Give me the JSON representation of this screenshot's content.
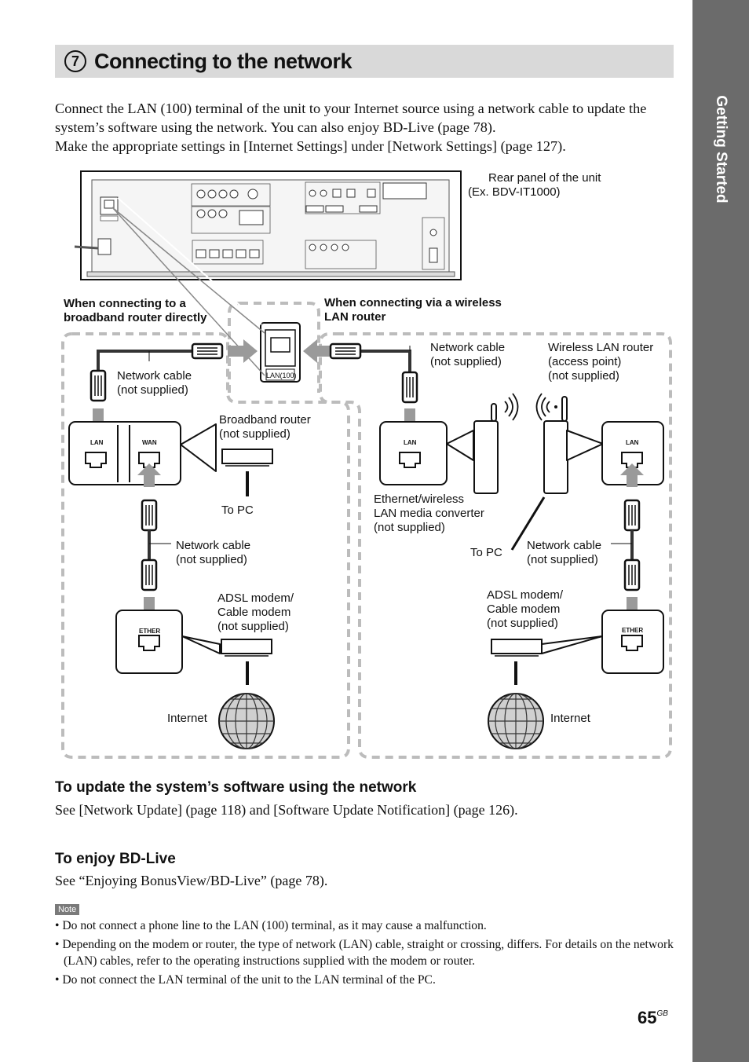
{
  "side_tab": "Getting Started",
  "section": {
    "number": "7",
    "title": "Connecting to the network"
  },
  "intro": {
    "p1": "Connect the LAN (100) terminal of the unit to your Internet source using a network cable to update the system’s software using the network. You can also enjoy BD-Live (page 78).",
    "p2": "Make the appropriate settings in [Internet Settings] under [Network Settings] (page 127)."
  },
  "diagram": {
    "rear_panel": "Rear panel of the unit",
    "rear_panel_ex": "(Ex. BDV-IT1000)",
    "lan_terminal": "LAN(100)",
    "direct": {
      "heading1": "When connecting to a",
      "heading2": "broadband router directly",
      "network_cable_1": "Network cable",
      "not_supplied": "(not supplied)",
      "broadband_router": "Broadband router",
      "to_pc": "To PC",
      "network_cable_2": "Network cable",
      "adsl_1": "ADSL modem/",
      "adsl_2": "Cable modem",
      "internet": "Internet",
      "port_lan": "LAN",
      "port_wan": "WAN",
      "port_ether": "ETHER"
    },
    "wireless": {
      "heading1": "When connecting via a wireless",
      "heading2": "LAN router",
      "network_cable_1": "Network cable",
      "wireless_router_1": "Wireless LAN router",
      "wireless_router_2": "(access point)",
      "converter_1": "Ethernet/wireless",
      "converter_2": "LAN media converter",
      "to_pc": "To PC",
      "network_cable_2": "Network cable",
      "adsl_1": "ADSL modem/",
      "adsl_2": "Cable modem",
      "internet": "Internet",
      "port_lan": "LAN",
      "port_ether": "ETHER"
    }
  },
  "update": {
    "heading": "To update the system’s software using the network",
    "text": "See [Network Update] (page 118) and [Software Update Notification] (page 126)."
  },
  "bdlive": {
    "heading": "To enjoy BD-Live",
    "text": "See “Enjoying BonusView/BD-Live” (page 78)."
  },
  "note_label": "Note",
  "notes": [
    "• Do not connect a phone line to the LAN (100) terminal, as it may cause a malfunction.",
    "• Depending on the modem or router, the type of network (LAN) cable, straight or crossing, differs. For details on the network (LAN) cables, refer to the operating instructions supplied with the modem or router.",
    "• Do not connect the LAN terminal of the unit to the LAN terminal of the PC."
  ],
  "page_number": "65",
  "page_suffix": "GB"
}
